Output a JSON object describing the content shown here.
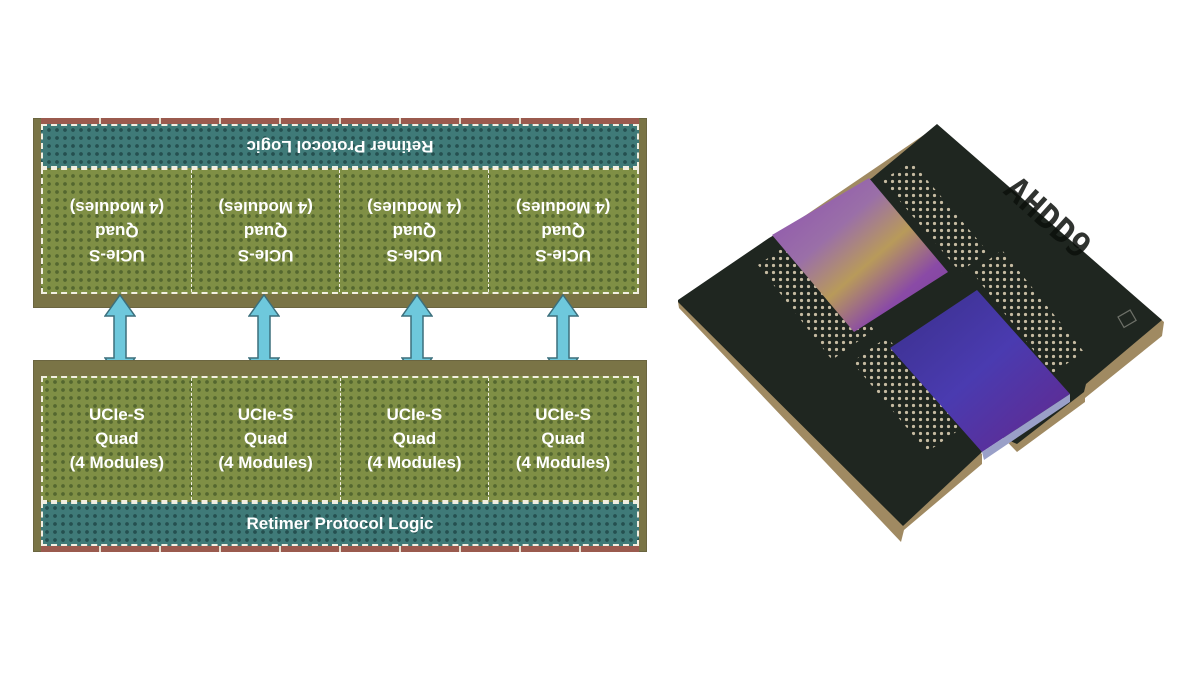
{
  "diagram": {
    "top_die": {
      "orientation": "rotated-180",
      "retimer_label": "Retimer Protocol Logic",
      "quads": [
        {
          "line1": "UCIe-S",
          "line2": "Quad",
          "line3": "(4 Modules)"
        },
        {
          "line1": "UCIe-S",
          "line2": "Quad",
          "line3": "(4 Modules)"
        },
        {
          "line1": "UCIe-S",
          "line2": "Quad",
          "line3": "(4 Modules)"
        },
        {
          "line1": "UCIe-S",
          "line2": "Quad",
          "line3": "(4 Modules)"
        }
      ]
    },
    "bottom_die": {
      "orientation": "upright",
      "retimer_label": "Retimer Protocol Logic",
      "quads": [
        {
          "line1": "UCIe-S",
          "line2": "Quad",
          "line3": "(4 Modules)"
        },
        {
          "line1": "UCIe-S",
          "line2": "Quad",
          "line3": "(4 Modules)"
        },
        {
          "line1": "UCIe-S",
          "line2": "Quad",
          "line3": "(4 Modules)"
        },
        {
          "line1": "UCIe-S",
          "line2": "Quad",
          "line3": "(4 Modules)"
        }
      ]
    },
    "links": [
      {
        "type": "bidirectional-arrow",
        "connects": "quad 1"
      },
      {
        "type": "bidirectional-arrow",
        "connects": "quad 2"
      },
      {
        "type": "bidirectional-arrow",
        "connects": "quad 3"
      },
      {
        "type": "bidirectional-arrow",
        "connects": "quad 4"
      }
    ],
    "colors": {
      "quad_fill": "#7f8f45",
      "retimer_fill": "#3f7a78",
      "arrow_fill": "#6ec8dc",
      "die_border": "#7a7446",
      "label_text": "#ffffff"
    }
  },
  "photo": {
    "subject": "package-photo",
    "marking_text": "AHDD9",
    "dies": [
      "die-purple-gold",
      "die-blue"
    ],
    "colors": {
      "substrate": "#1f2620",
      "edge": "#a08a62",
      "bumps": "#d9ccb0"
    }
  }
}
